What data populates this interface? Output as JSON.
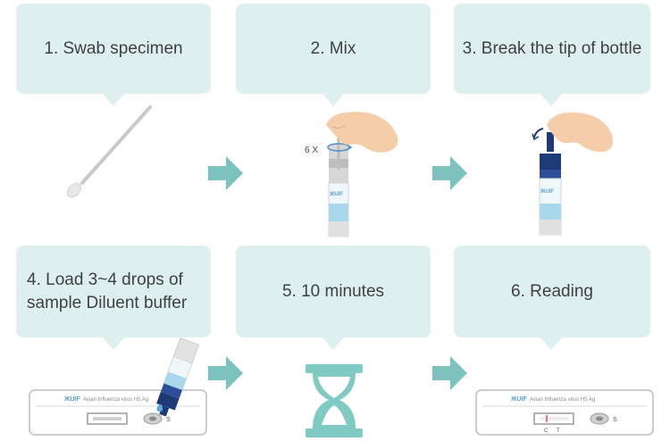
{
  "steps": [
    {
      "label": "1. Swab specimen"
    },
    {
      "label": "2. Mix"
    },
    {
      "label": "3. Break the tip of bottle"
    },
    {
      "label": "4. Load 3~4 drops of\nsample Diluent buffer"
    },
    {
      "label": "5. 10 minutes"
    },
    {
      "label": "6. Reading"
    }
  ],
  "mix_count": "6 X",
  "brand": "ЖUIF",
  "cassette": {
    "title": "Avian Influenza virus H5 Ag",
    "sample_mark": "S",
    "control_mark": "C",
    "test_mark": "T"
  },
  "colors": {
    "callout_bg": "#ddf0ef",
    "arrow": "#7dc3bd",
    "hourglass": "#7fcac2",
    "navy": "#1f3a78",
    "skin": "#f6cda9"
  },
  "icons": [
    "swab-icon",
    "arrow-right-icon",
    "hand-icon",
    "tube-icon",
    "dropper-bottle-icon",
    "hourglass-icon",
    "test-cassette-icon"
  ]
}
